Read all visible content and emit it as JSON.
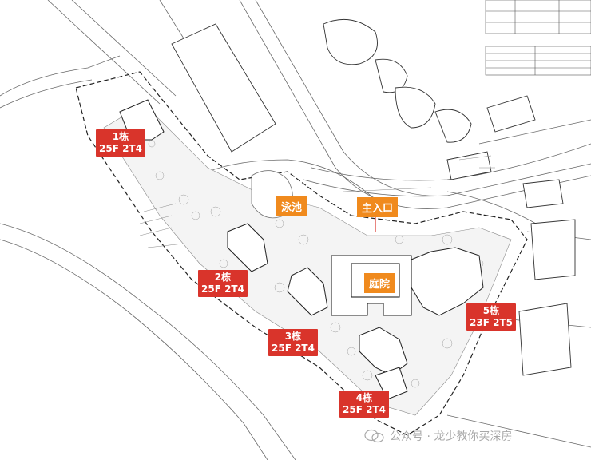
{
  "buildings": [
    {
      "name": "1栋",
      "spec": "25F 2T4"
    },
    {
      "name": "2栋",
      "spec": "25F 2T4"
    },
    {
      "name": "3栋",
      "spec": "25F 2T4"
    },
    {
      "name": "4栋",
      "spec": "25F 2T4"
    },
    {
      "name": "5栋",
      "spec": "23F 2T5"
    }
  ],
  "features": {
    "pool": "泳池",
    "main_entrance": "主入口",
    "courtyard": "庭院"
  },
  "watermark": {
    "text": "公众号 · 龙少教你买深房"
  },
  "colors": {
    "building_label": "#d9342b",
    "feature_label": "#f08a1d",
    "lines": "#555555"
  }
}
